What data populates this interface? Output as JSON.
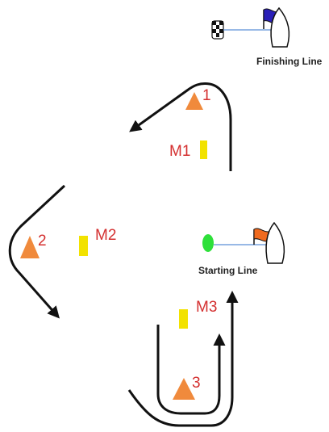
{
  "finishing_line": {
    "label": "Finishing Line",
    "flag_color": "#2a1fb8"
  },
  "starting_line": {
    "label": "Starting Line",
    "flag_color": "#f06a1e",
    "buoy_color": "#2ee03a"
  },
  "buoys": [
    {
      "label": "1",
      "shape": "triangle",
      "color": "#f08a3c"
    },
    {
      "label": "2",
      "shape": "triangle",
      "color": "#f08a3c"
    },
    {
      "label": "3",
      "shape": "triangle",
      "color": "#f08a3c"
    }
  ],
  "markers": [
    {
      "label": "M1",
      "shape": "rectangle",
      "color": "#f2e200"
    },
    {
      "label": "M2",
      "shape": "rectangle",
      "color": "#f2e200"
    },
    {
      "label": "M3",
      "shape": "rectangle",
      "color": "#f2e200"
    }
  ],
  "colors": {
    "course_line": "#111111",
    "boat_outline": "#111111",
    "line_of_sight": "#5b8fd6",
    "mark_label": "#d43030"
  }
}
